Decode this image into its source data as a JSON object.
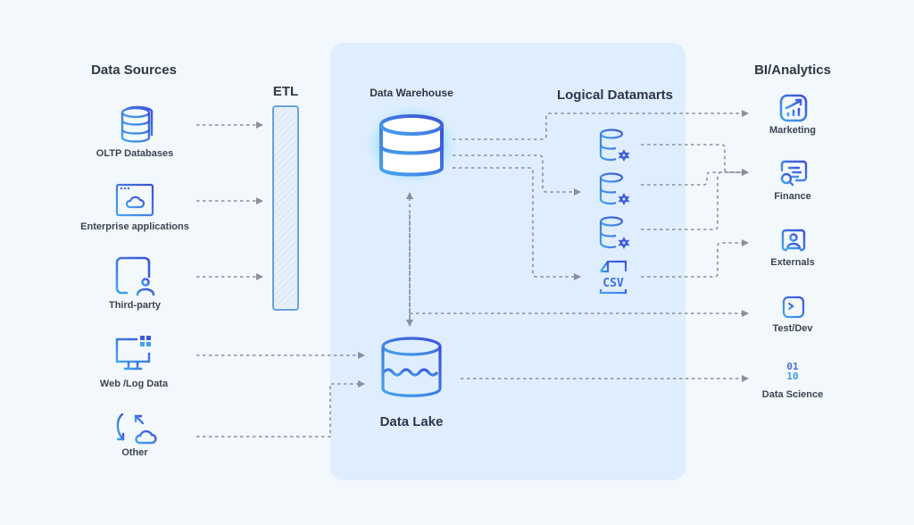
{
  "headings": {
    "data_sources": "Data Sources",
    "etl": "ETL",
    "data_warehouse": "Data Warehouse",
    "logical_datamarts": "Logical Datamarts",
    "bi_analytics": "BI/Analytics",
    "data_lake": "Data Lake"
  },
  "sources": [
    {
      "label": "OLTP Databases",
      "icon": "database-stack-icon"
    },
    {
      "label": "Enterprise applications",
      "icon": "browser-cloud-icon"
    },
    {
      "label": "Third-party",
      "icon": "document-user-icon"
    },
    {
      "label": "Web /Log Data",
      "icon": "monitor-grid-icon"
    },
    {
      "label": "Other",
      "icon": "sync-cloud-icon"
    }
  ],
  "datamarts": [
    {
      "icon": "database-gear-icon"
    },
    {
      "icon": "database-gear-icon"
    },
    {
      "icon": "database-gear-icon"
    },
    {
      "icon": "csv-file-icon",
      "text": "CSV"
    }
  ],
  "consumers": [
    {
      "label": "Marketing",
      "icon": "chart-growth-icon"
    },
    {
      "label": "Finance",
      "icon": "document-search-icon"
    },
    {
      "label": "Externals",
      "icon": "user-badge-icon"
    },
    {
      "label": "Test/Dev",
      "icon": "terminal-icon"
    },
    {
      "label": "Data Science",
      "icon": "binary-icon",
      "bits": [
        "01",
        "10"
      ]
    }
  ],
  "colors": {
    "background": "#f3f8fd",
    "panel": "#dfeefe",
    "icon_blue_dark": "#3d4fd6",
    "icon_blue_light": "#45a6ee",
    "connector": "#8a8f9a",
    "text": "#3d4452"
  }
}
